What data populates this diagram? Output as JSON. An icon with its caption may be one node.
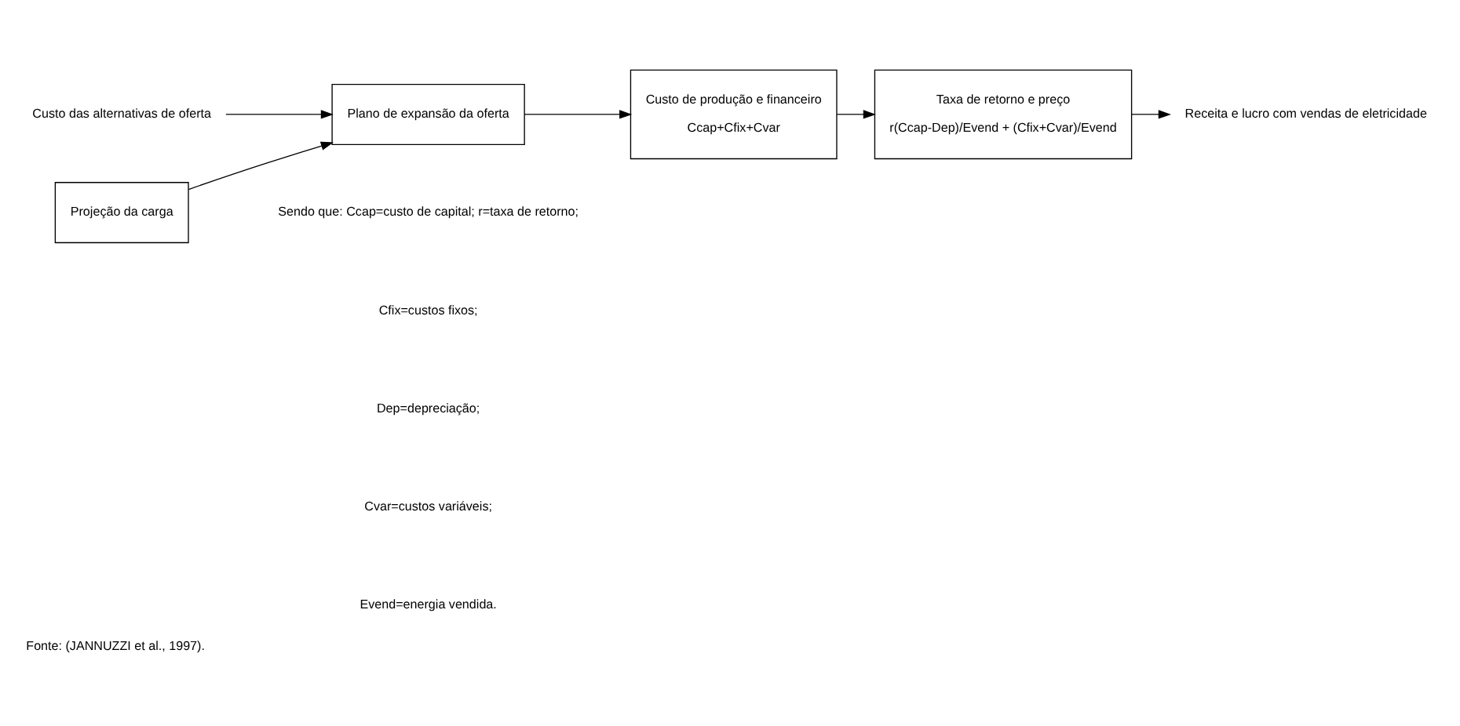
{
  "diagram": {
    "caption": "Fonte: (JANNUZZI et al., 1997).",
    "nodes": [
      {
        "text": [
          "Projeção da carga"
        ]
      },
      {
        "text": [
          "Plano de expansão da oferta"
        ]
      },
      {
        "text": [
          "Custo de produção e financeiro",
          "Ccap+Cfix+Cvar"
        ]
      },
      {
        "text": [
          "Taxa de retorno e preço",
          "r(Ccap-Dep)/Evend + (Cfix+Cvar)/Evend"
        ]
      },
      {
        "text": [
          "Custo das alternativas de oferta"
        ]
      },
      {
        "text": [
          "Receita e lucro com vendas de eletricidade"
        ]
      }
    ],
    "edges": [
      {
        "from": 0,
        "to": 1,
        "arrow": "to"
      },
      {
        "from": 1,
        "to": 2,
        "arrow": "to"
      },
      {
        "from": 2,
        "to": 3,
        "arrow": "to"
      },
      {
        "from": 4,
        "to": 1,
        "arrow": "to"
      },
      {
        "from": 3,
        "to": 5,
        "arrow": "to"
      }
    ],
    "labels": [
      "Sendo que: Ccap=custo de capital; r=taxa de retorno;",
      "Cfix=custos fixos;",
      "Dep=depreciação;",
      "Cvar=custos variáveis;",
      "Evend=energia vendida."
    ]
  }
}
